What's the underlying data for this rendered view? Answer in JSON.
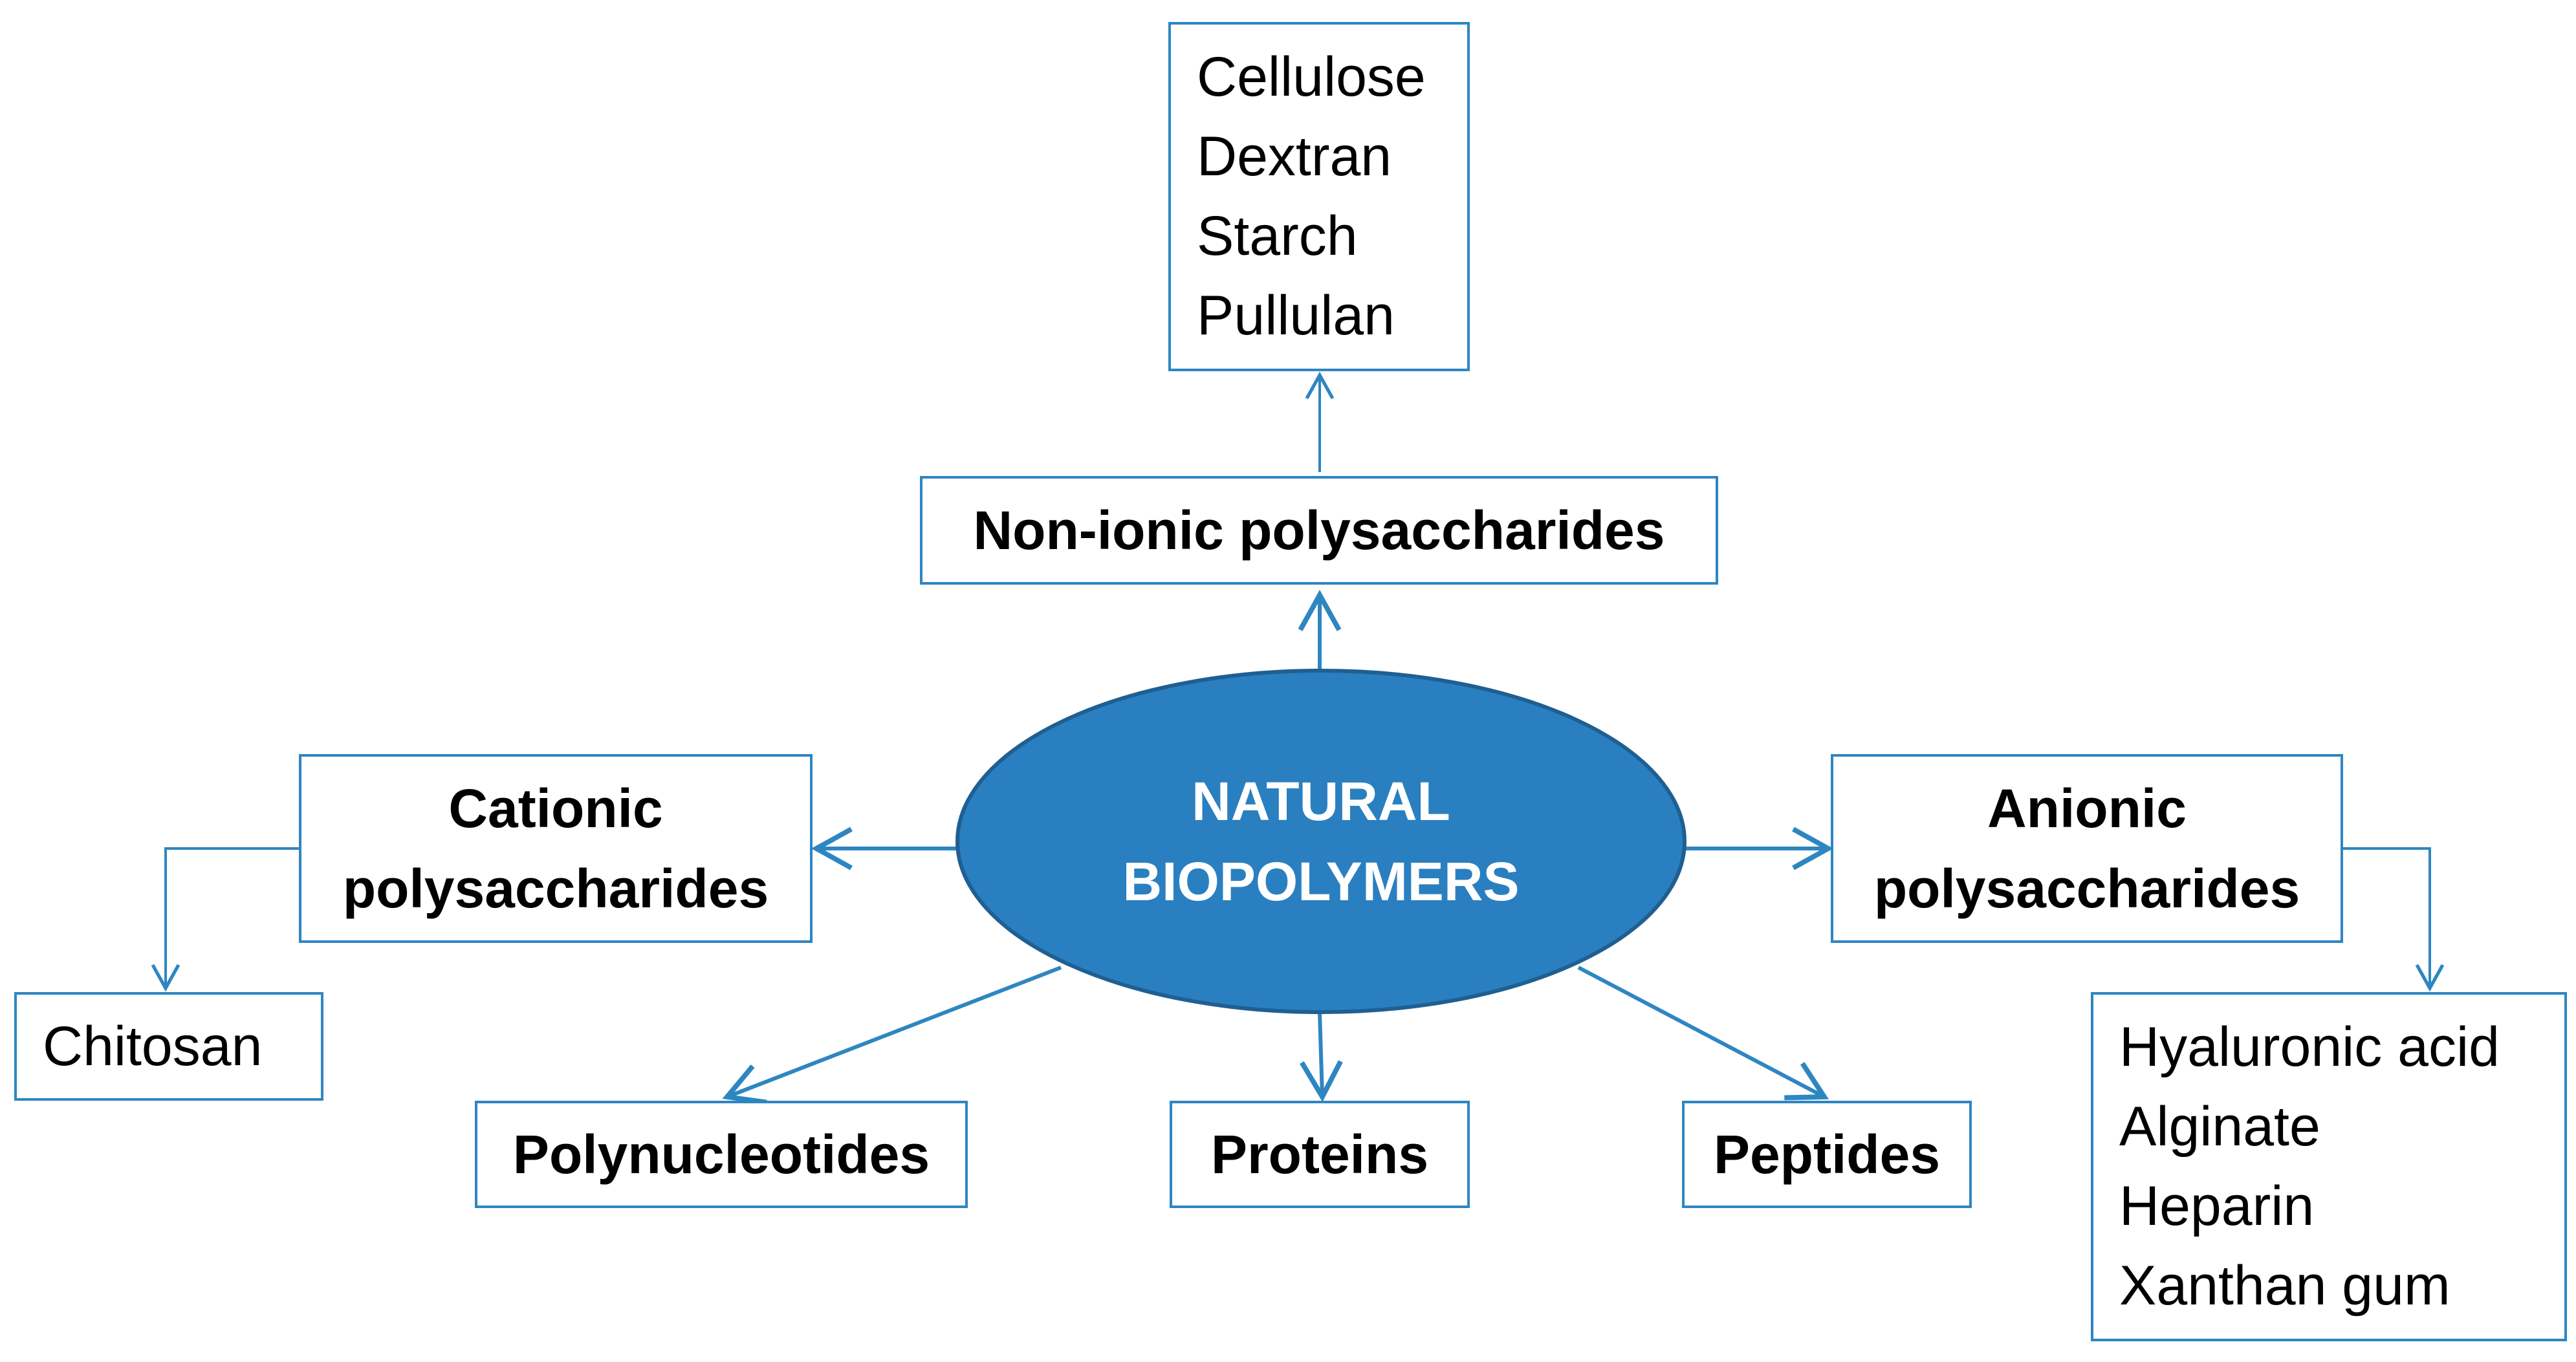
{
  "center": {
    "line1": "NATURAL",
    "line2": "BIOPOLYMERS"
  },
  "non_ionic": {
    "label": "Non-ionic polysaccharides",
    "items": [
      "Cellulose",
      "Dextran",
      "Starch",
      "Pullulan"
    ]
  },
  "cationic": {
    "line1": "Cationic",
    "line2": "polysaccharides",
    "items": [
      "Chitosan"
    ]
  },
  "anionic": {
    "line1": "Anionic",
    "line2": "polysaccharides",
    "items": [
      "Hyaluronic acid",
      "Alginate",
      "Heparin",
      "Xanthan gum"
    ]
  },
  "polynucleotides": "Polynucleotides",
  "proteins": "Proteins",
  "peptides": "Peptides",
  "colors": {
    "accent": "#2e86c1",
    "ellipse_fill": "#2a7fc0",
    "ellipse_stroke": "#1f5f92"
  }
}
